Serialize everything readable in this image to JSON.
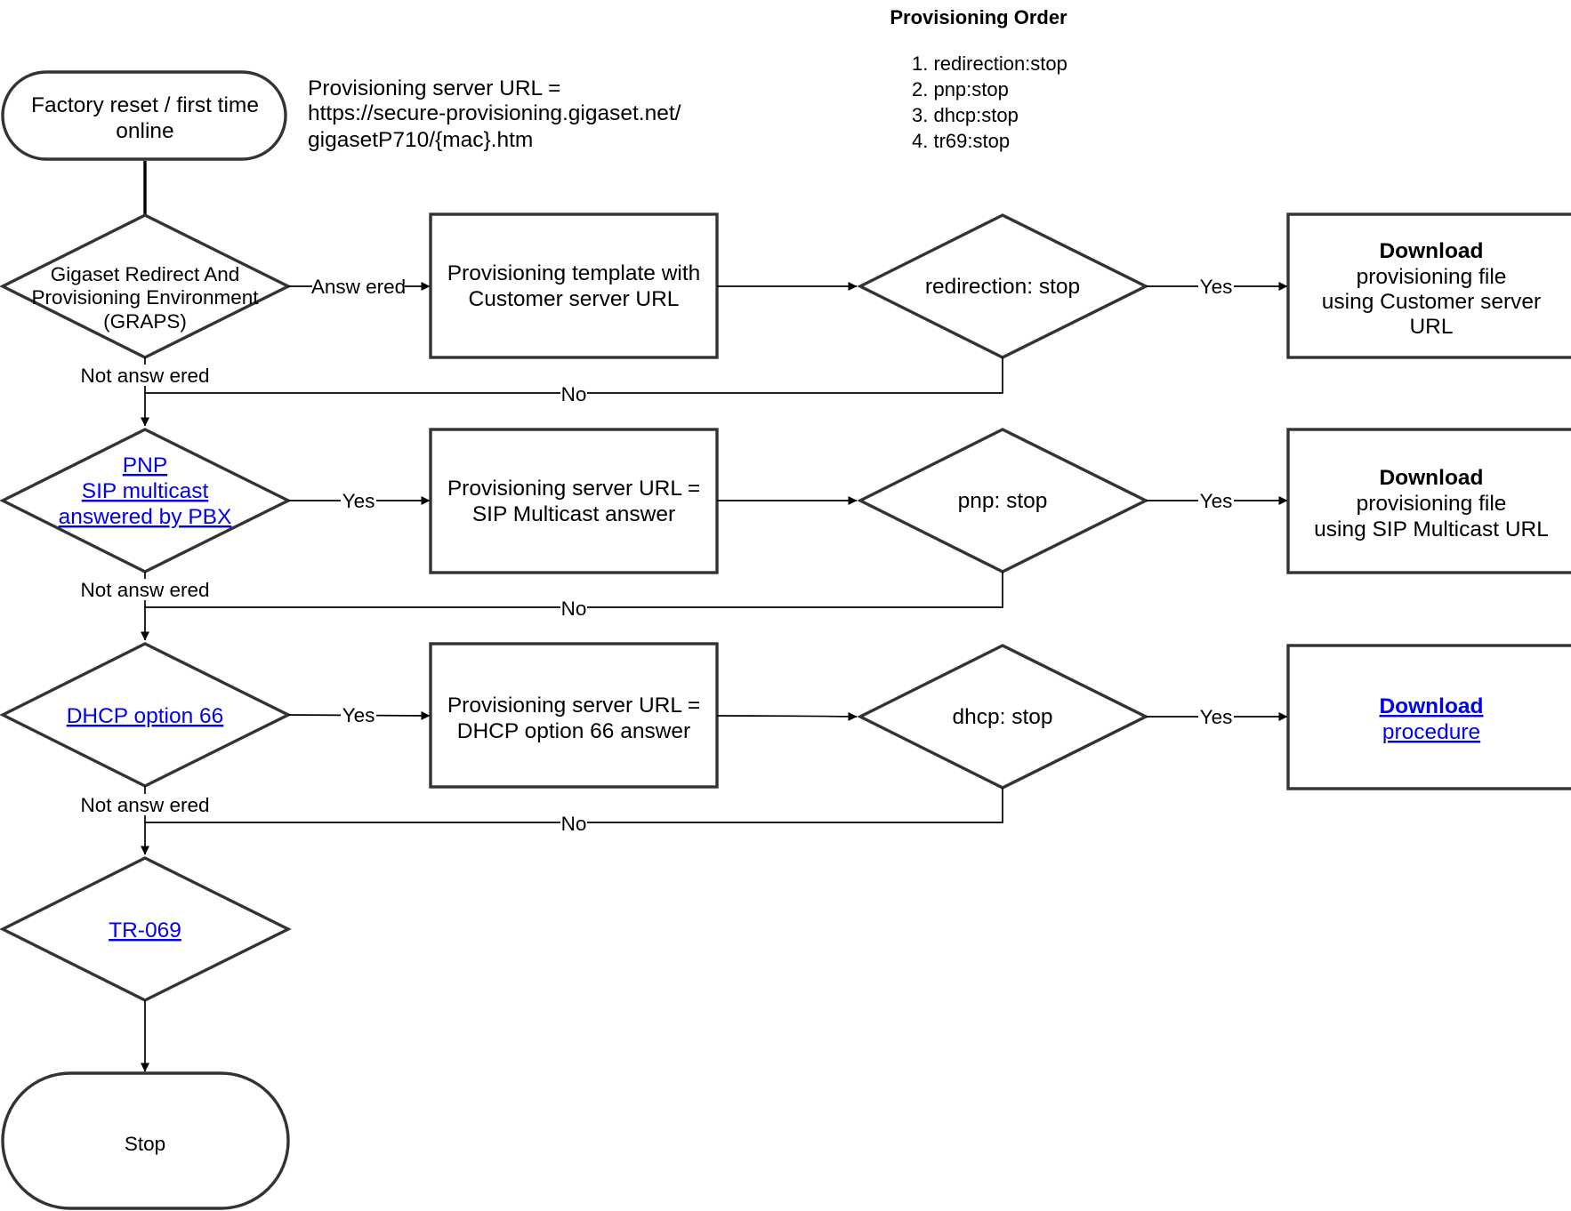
{
  "order": {
    "title": "Provisioning Order",
    "items": [
      "1. redirection:stop",
      "2. pnp:stop",
      "3. dhcp:stop",
      "4. tr69:stop"
    ]
  },
  "note": {
    "lines": [
      "Provisioning server URL =",
      "https://secure-provisioning.gigaset.net/",
      "gigasetP710/{mac}.htm"
    ]
  },
  "start": {
    "lines": [
      "Factory reset / first time",
      "online"
    ]
  },
  "stop": {
    "label": "Stop"
  },
  "steps": [
    {
      "decision": [
        "Gigaset Redirect And",
        "Provisioning Environment",
        "(GRAPS)"
      ],
      "decision_is_link": false,
      "yes_label": "Answ ered",
      "no_label": "Not answ ered",
      "action": [
        "Provisioning template with",
        "Customer server URL"
      ],
      "check": "redirection: stop",
      "check_yes": "Yes",
      "check_no": "No",
      "result_title": "Download",
      "result_lines": [
        "provisioning file",
        "using Customer server",
        "URL"
      ],
      "result_is_link": false
    },
    {
      "decision": [
        "PNP",
        "SIP multicast",
        "answered by PBX"
      ],
      "decision_is_link": true,
      "yes_label": "Yes",
      "no_label": "Not answ ered",
      "action": [
        "Provisioning server URL =",
        "SIP Multicast answer"
      ],
      "check": "pnp: stop",
      "check_yes": "Yes",
      "check_no": "No",
      "result_title": "Download",
      "result_lines": [
        "provisioning file",
        "using SIP Multicast URL"
      ],
      "result_is_link": false
    },
    {
      "decision": [
        "DHCP option 66"
      ],
      "decision_is_link": true,
      "yes_label": "Yes",
      "no_label": "Not answ ered",
      "action": [
        "Provisioning server URL =",
        "DHCP option 66 answer"
      ],
      "check": "dhcp: stop",
      "check_yes": "Yes",
      "check_no": "No",
      "result_title": "Download",
      "result_lines": [
        "procedure"
      ],
      "result_is_link": true
    }
  ],
  "last": {
    "label": "TR-069",
    "is_link": true
  },
  "colors": {
    "stroke": "#333333",
    "link": "#0000ee",
    "background": "#ffffff"
  }
}
